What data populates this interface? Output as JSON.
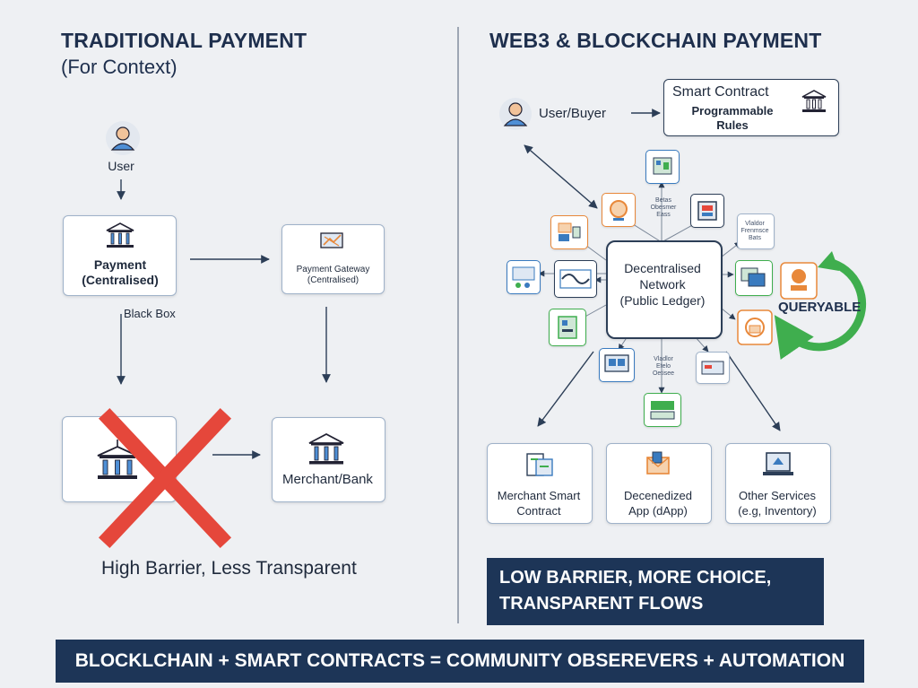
{
  "left": {
    "title": "TRADITIONAL PAYMENT",
    "subtitle": "(For Context)",
    "user_label": "User",
    "payment_label_1": "Payment",
    "payment_label_2": "(Centralised)",
    "gateway_label_1": "Payment Gateway",
    "gateway_label_2": "(Centralised)",
    "black_box_label": "Black Box",
    "merchant_label": "Merchant/Bank",
    "caption": "High Barrier, Less Transparent"
  },
  "right": {
    "title": "WEB3 & BLOCKCHAIN PAYMENT",
    "user_label": "User/Buyer",
    "smart_contract_title": "Smart Contract",
    "smart_contract_sub_1": "Programmable",
    "smart_contract_sub_2": "Rules",
    "network_1": "Decentralised",
    "network_2": "Network",
    "network_3": "(Public Ledger)",
    "queryable": "QUERYABLE",
    "node_text_1": [
      "Betas",
      "Obesmer",
      "Eass"
    ],
    "node_text_2": [
      "Vlaldor",
      "Frenmsce",
      "Bats"
    ],
    "node_text_3": [
      "Vladlor",
      "Etelo",
      "Oetisee"
    ],
    "merchant_1": "Merchant Smart",
    "merchant_2": "Contract",
    "dapp_1": "Decenedized",
    "dapp_2": "App (dApp)",
    "other_1": "Other Services",
    "other_2": "(e.g, Inventory)",
    "banner_1": "LOW BARRIER, MORE CHOICE,",
    "banner_2": "TRANSPARENT FLOWS"
  },
  "footer": "BLOCKLCHAIN + SMART CONTRACTS = COMMUNITY OBSEREVERS + AUTOMATION",
  "colors": {
    "navy": "#1d3557",
    "red_cross": "#e5473b",
    "green_arrow": "#3fae4e",
    "orange_icon": "#e8883a",
    "blue_icon": "#3a7bbf"
  }
}
